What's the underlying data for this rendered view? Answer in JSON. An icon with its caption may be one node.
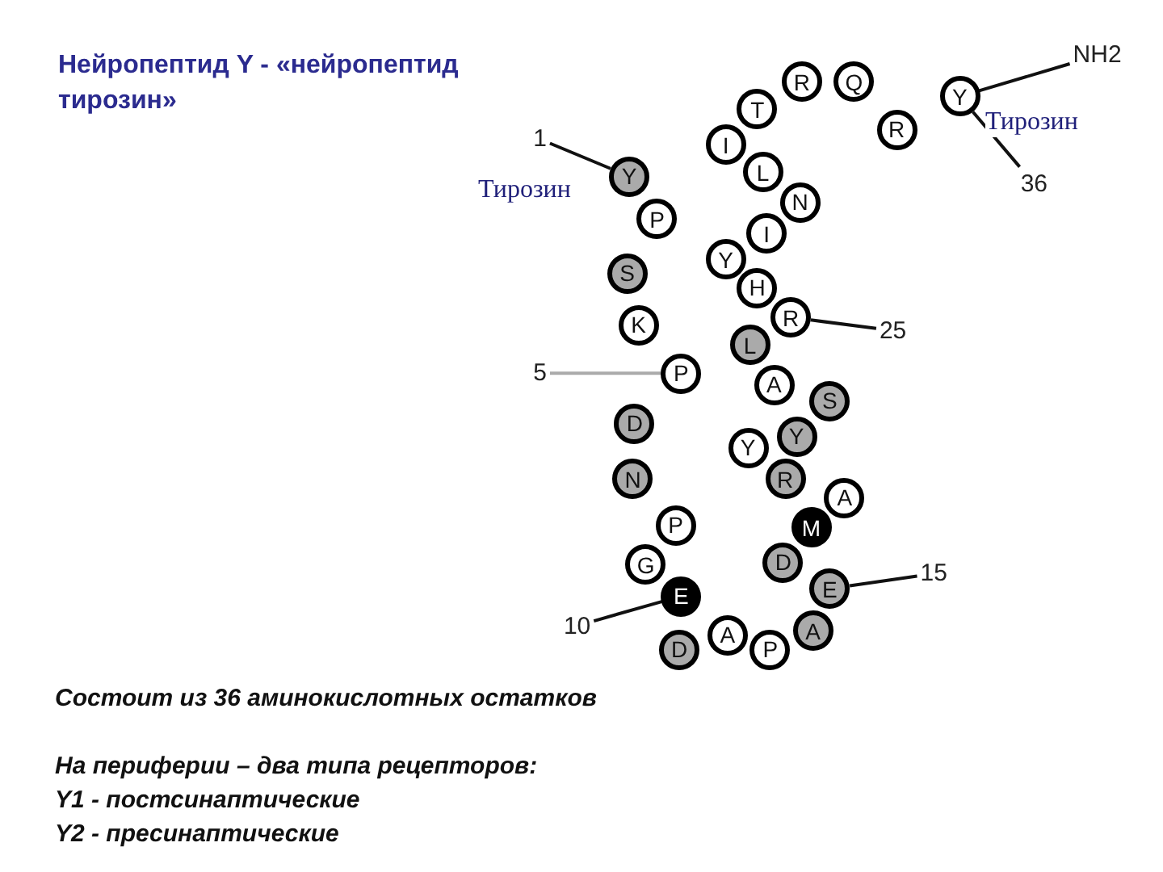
{
  "diagram": {
    "title": "Нейропептид Y - «нейропептид тирозин»",
    "nodes": [
      {
        "text": [
          "Y"
        ],
        "beside": [
          "Тирозин"
        ]
      },
      {
        "text": [
          "P"
        ]
      },
      {
        "text": [
          "S"
        ]
      },
      {
        "text": [
          "K"
        ]
      },
      {
        "text": [
          "P"
        ]
      },
      {
        "text": [
          "D"
        ]
      },
      {
        "text": [
          "N"
        ]
      },
      {
        "text": [
          "P"
        ]
      },
      {
        "text": [
          "G"
        ]
      },
      {
        "text": [
          "E"
        ]
      },
      {
        "text": [
          "D"
        ]
      },
      {
        "text": [
          "A"
        ]
      },
      {
        "text": [
          "P"
        ]
      },
      {
        "text": [
          "A"
        ]
      },
      {
        "text": [
          "E"
        ]
      },
      {
        "text": [
          "D"
        ]
      },
      {
        "text": [
          "M"
        ]
      },
      {
        "text": [
          "A"
        ]
      },
      {
        "text": [
          "R"
        ]
      },
      {
        "text": [
          "Y"
        ]
      },
      {
        "text": [
          "Y"
        ]
      },
      {
        "text": [
          "S"
        ]
      },
      {
        "text": [
          "A"
        ]
      },
      {
        "text": [
          "L"
        ]
      },
      {
        "text": [
          "R"
        ]
      },
      {
        "text": [
          "H"
        ]
      },
      {
        "text": [
          "Y"
        ]
      },
      {
        "text": [
          "I"
        ]
      },
      {
        "text": [
          "N"
        ]
      },
      {
        "text": [
          "L"
        ]
      },
      {
        "text": [
          "I"
        ]
      },
      {
        "text": [
          "T"
        ]
      },
      {
        "text": [
          "R"
        ]
      },
      {
        "text": [
          "Q"
        ]
      },
      {
        "text": [
          "R"
        ]
      },
      {
        "text": [
          "Y"
        ],
        "beside": [
          "Тирозин"
        ]
      },
      {
        "text": [
          "1"
        ]
      },
      {
        "text": [
          "5"
        ]
      },
      {
        "text": [
          "10"
        ]
      },
      {
        "text": [
          "15"
        ]
      },
      {
        "text": [
          "25"
        ]
      },
      {
        "text": [
          "36"
        ]
      },
      {
        "text": [
          "NH2"
        ]
      }
    ],
    "edges": [
      {
        "from": 36,
        "to": 0,
        "arrow": "none"
      },
      {
        "from": 37,
        "to": 4,
        "arrow": "none",
        "color": "#aaaaaa"
      },
      {
        "from": 38,
        "to": 9,
        "arrow": "none"
      },
      {
        "from": 39,
        "to": 14,
        "arrow": "none"
      },
      {
        "from": 40,
        "to": 24,
        "arrow": "none"
      },
      {
        "from": 41,
        "to": 35,
        "arrow": "none"
      },
      {
        "from": 42,
        "to": 35,
        "arrow": "none"
      }
    ],
    "labels": [
      "Состоит из 36 аминокислотных остатков",
      "На периферии – два типа рецепторов:",
      "Y1 - постсинаптические",
      "Y2 - пресинаптические"
    ]
  }
}
